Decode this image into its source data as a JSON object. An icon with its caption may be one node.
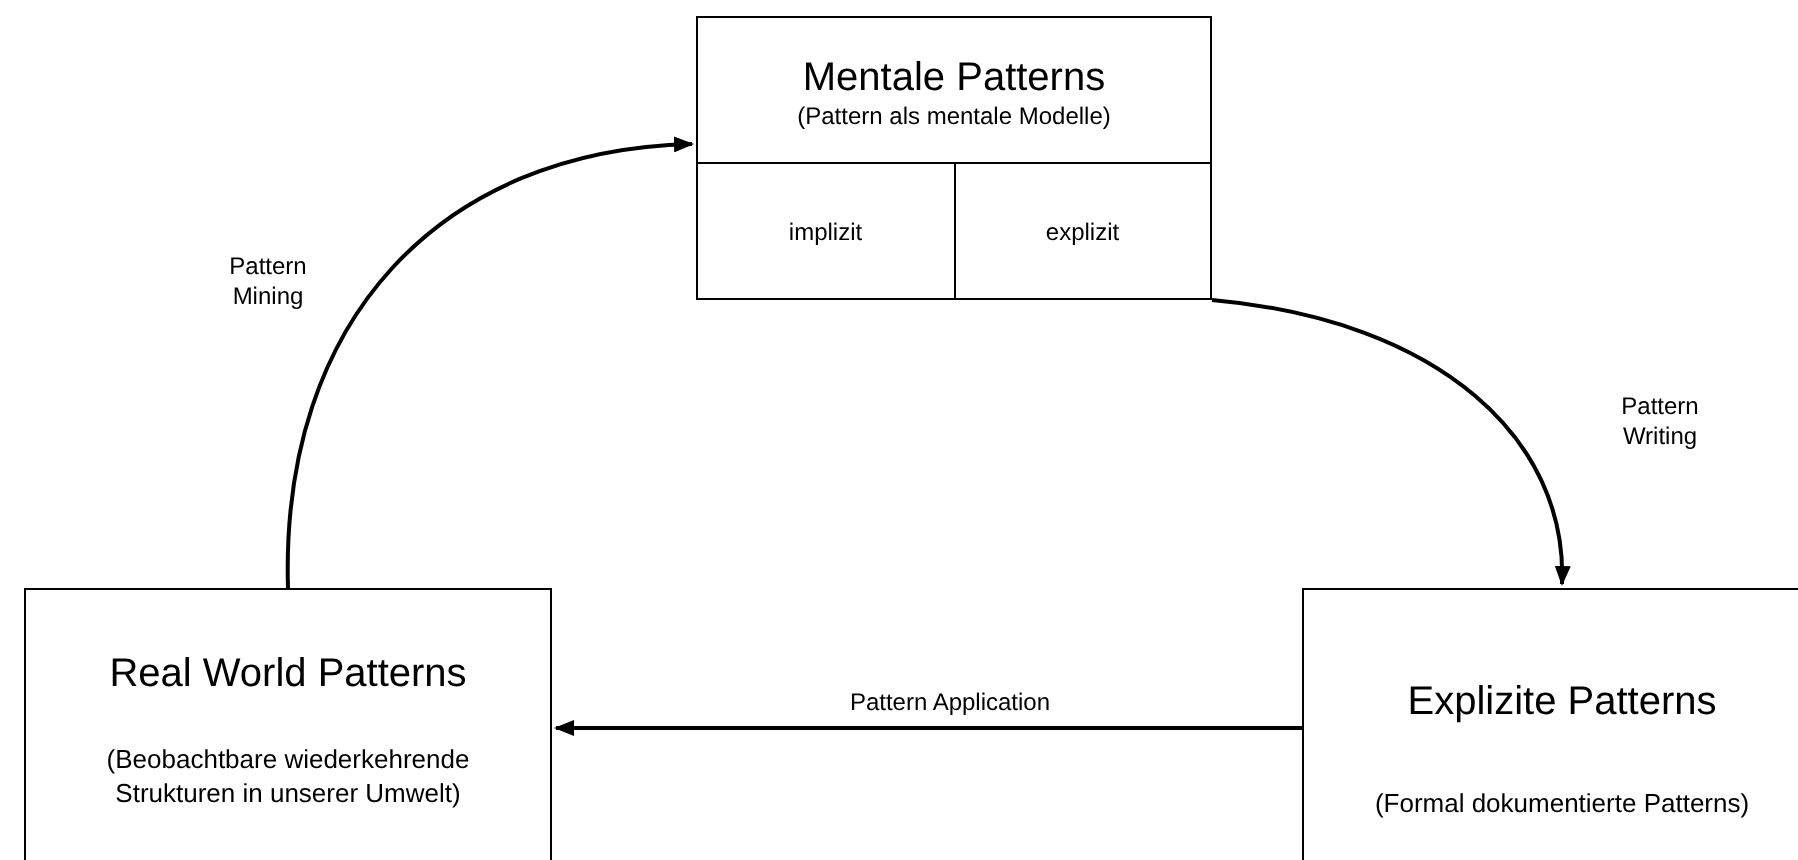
{
  "diagram": {
    "nodes": [
      {
        "text": [
          "Mentale Patterns",
          "(Pattern als mentale Modelle)"
        ]
      },
      {
        "text": [
          "implizit"
        ],
        "in": 0
      },
      {
        "text": [
          "explizit"
        ],
        "in": 0
      },
      {
        "text": [
          "Real World Patterns",
          "(Beobachtbare wiederkehrende Strukturen in unserer Umwelt)"
        ]
      },
      {
        "text": [
          "Explizite Patterns",
          "(Formal dokumentierte Patterns)"
        ]
      }
    ],
    "edges": [
      {
        "from": 3,
        "to": 0,
        "arrow": "to",
        "label": "Pattern Mining"
      },
      {
        "from": 0,
        "to": 4,
        "arrow": "to",
        "label": "Pattern Writing"
      },
      {
        "from": 4,
        "to": 3,
        "arrow": "to",
        "label": "Pattern Application"
      }
    ]
  }
}
